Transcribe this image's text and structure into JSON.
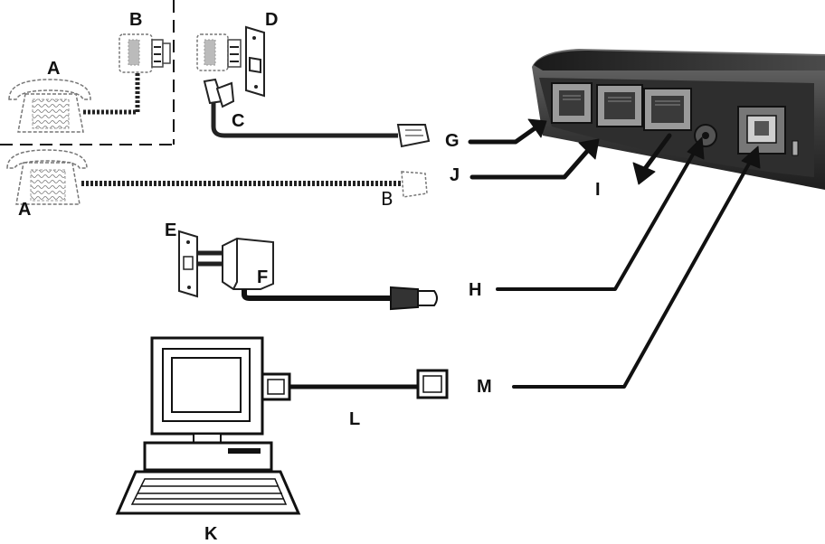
{
  "labels": {
    "A1": "A",
    "A2": "A",
    "B1": "B",
    "B2": "B",
    "C": "C",
    "D": "D",
    "E": "E",
    "F": "F",
    "G": "G",
    "H": "H",
    "I": "I",
    "J": "J",
    "K": "K",
    "L": "L",
    "M": "M"
  },
  "icons": {
    "device": "modem-rear-panel",
    "phone": "telephone-icon",
    "computer": "desktop-computer-icon",
    "adapter": "power-adapter-icon",
    "wall_socket": "wall-socket-icon"
  },
  "colors": {
    "ink": "#111111",
    "dashed": "#555555",
    "device_body": "#3a3a3a",
    "device_light": "#8c8c8c"
  }
}
